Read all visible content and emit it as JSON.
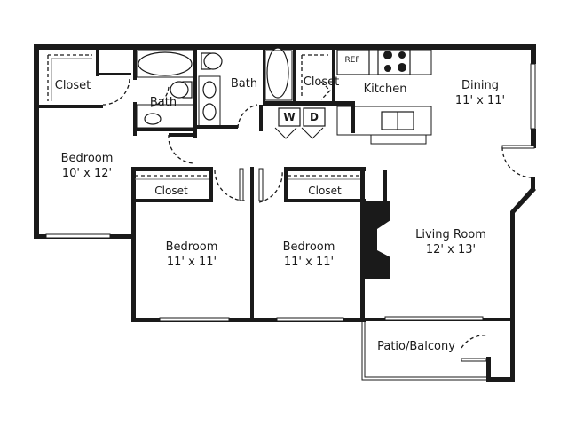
{
  "floor_plan": {
    "rooms": [
      {
        "id": "closet-master",
        "name": "Closet",
        "dimensions": ""
      },
      {
        "id": "bath-1",
        "name": "Bath",
        "dimensions": ""
      },
      {
        "id": "bath-2",
        "name": "Bath",
        "dimensions": ""
      },
      {
        "id": "closet-hall",
        "name": "Closet",
        "dimensions": ""
      },
      {
        "id": "kitchen",
        "name": "Kitchen",
        "dimensions": ""
      },
      {
        "id": "dining",
        "name": "Dining",
        "dimensions": "11' x 11'"
      },
      {
        "id": "bedroom-1",
        "name": "Bedroom",
        "dimensions": "10' x 12'"
      },
      {
        "id": "closet-bed2",
        "name": "Closet",
        "dimensions": ""
      },
      {
        "id": "closet-bed3",
        "name": "Closet",
        "dimensions": ""
      },
      {
        "id": "bedroom-2",
        "name": "Bedroom",
        "dimensions": "11' x 11'"
      },
      {
        "id": "bedroom-3",
        "name": "Bedroom",
        "dimensions": "11' x 11'"
      },
      {
        "id": "living-room",
        "name": "Living Room",
        "dimensions": "12' x 13'"
      },
      {
        "id": "patio",
        "name": "Patio/Balcony",
        "dimensions": ""
      }
    ],
    "appliances": {
      "refrigerator": "REF",
      "washer": "W",
      "dryer": "D"
    },
    "colors": {
      "wall": "#1a1a1a",
      "background": "#ffffff"
    }
  }
}
